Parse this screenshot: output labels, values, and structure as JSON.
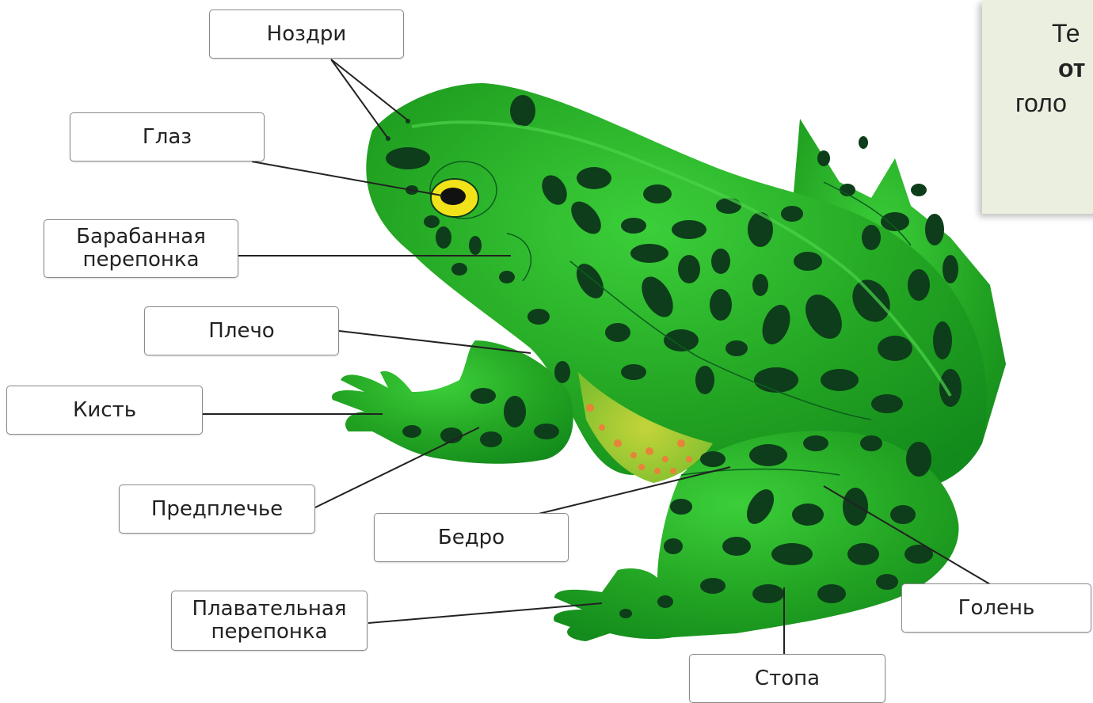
{
  "labels": {
    "nostrils": "Ноздри",
    "eye": "Глаз",
    "tympanum": "Барабанная\nперепонка",
    "shoulder": "Плечо",
    "hand": "Кисть",
    "forearm": "Предплечье",
    "thigh": "Бедро",
    "web": "Плавательная\nперепонка",
    "shin": "Голень",
    "foot": "Стопа"
  },
  "note": {
    "line1": "Те",
    "line2": "от",
    "line3": "голо"
  },
  "colors": {
    "body": "#22a322",
    "body_light": "#3ccf3a",
    "spots": "#0d3d1a",
    "eye": "#f2e21a",
    "belly_dots": "#e7833a",
    "note_bg": "#ebefe0"
  }
}
